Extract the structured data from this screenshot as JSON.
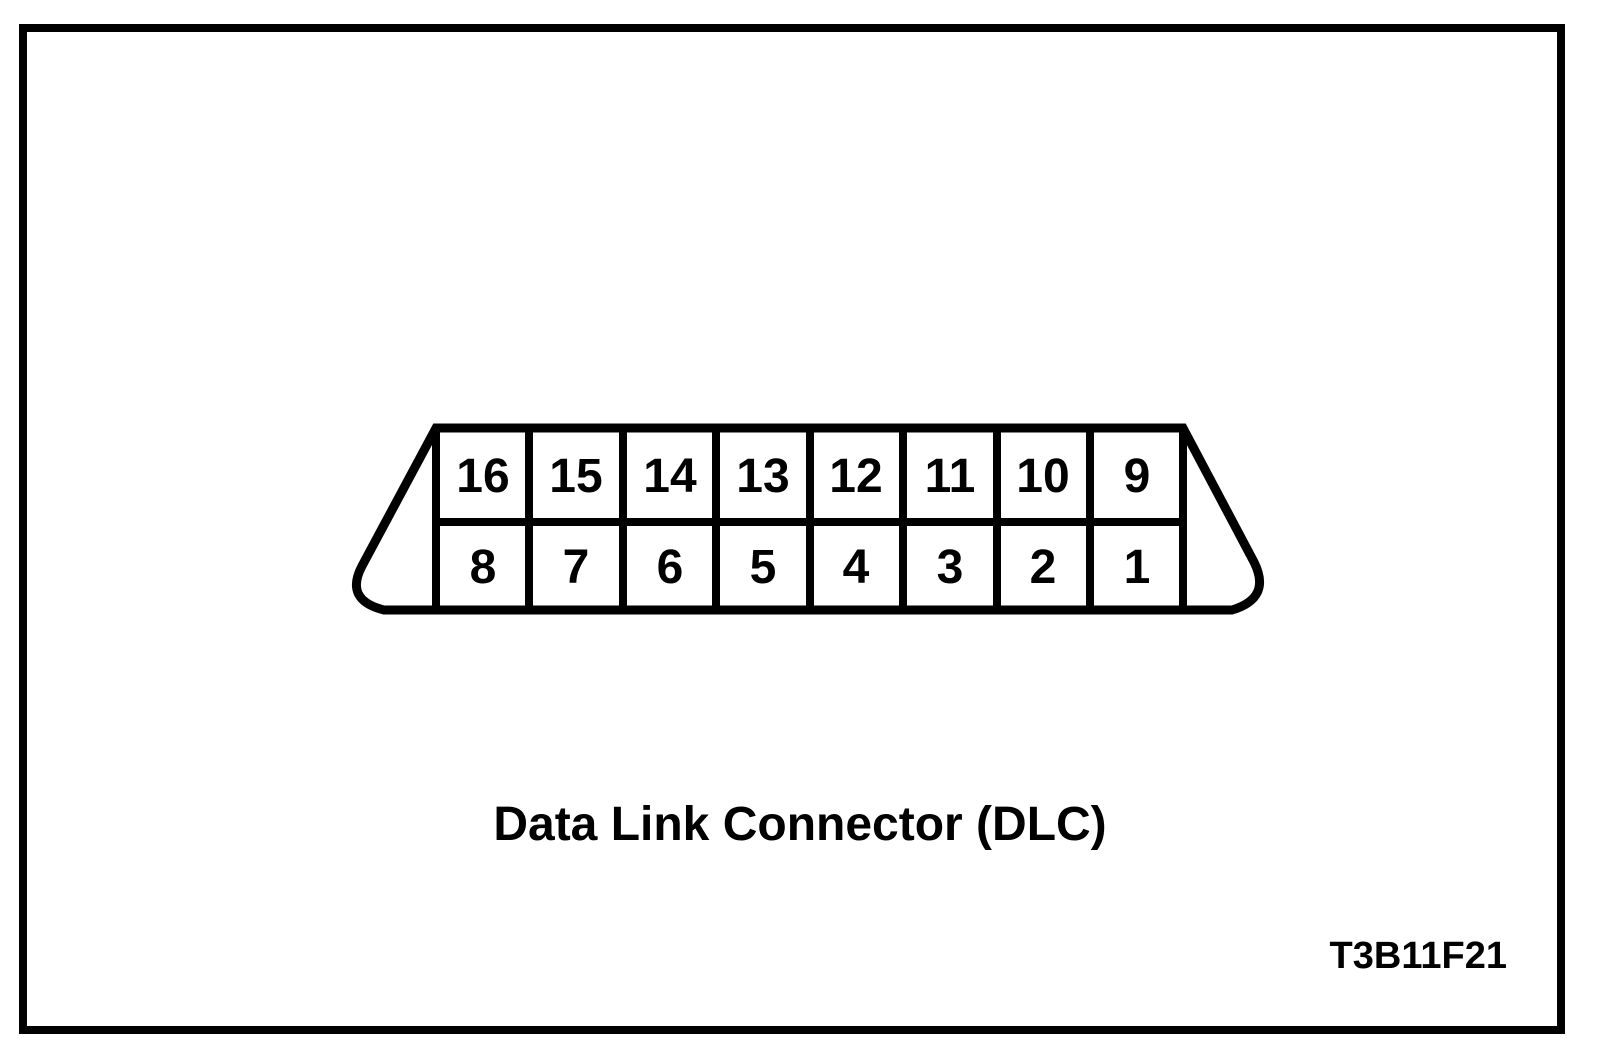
{
  "figure": {
    "caption": "Data Link Connector (DLC)",
    "reference_code": "T3B11F21"
  },
  "connector": {
    "pins": {
      "top_row": [
        "16",
        "15",
        "14",
        "13",
        "12",
        "11",
        "10",
        "9"
      ],
      "bottom_row": [
        "8",
        "7",
        "6",
        "5",
        "4",
        "3",
        "2",
        "1"
      ]
    }
  },
  "colors": {
    "line": "#000000",
    "background": "#ffffff"
  }
}
